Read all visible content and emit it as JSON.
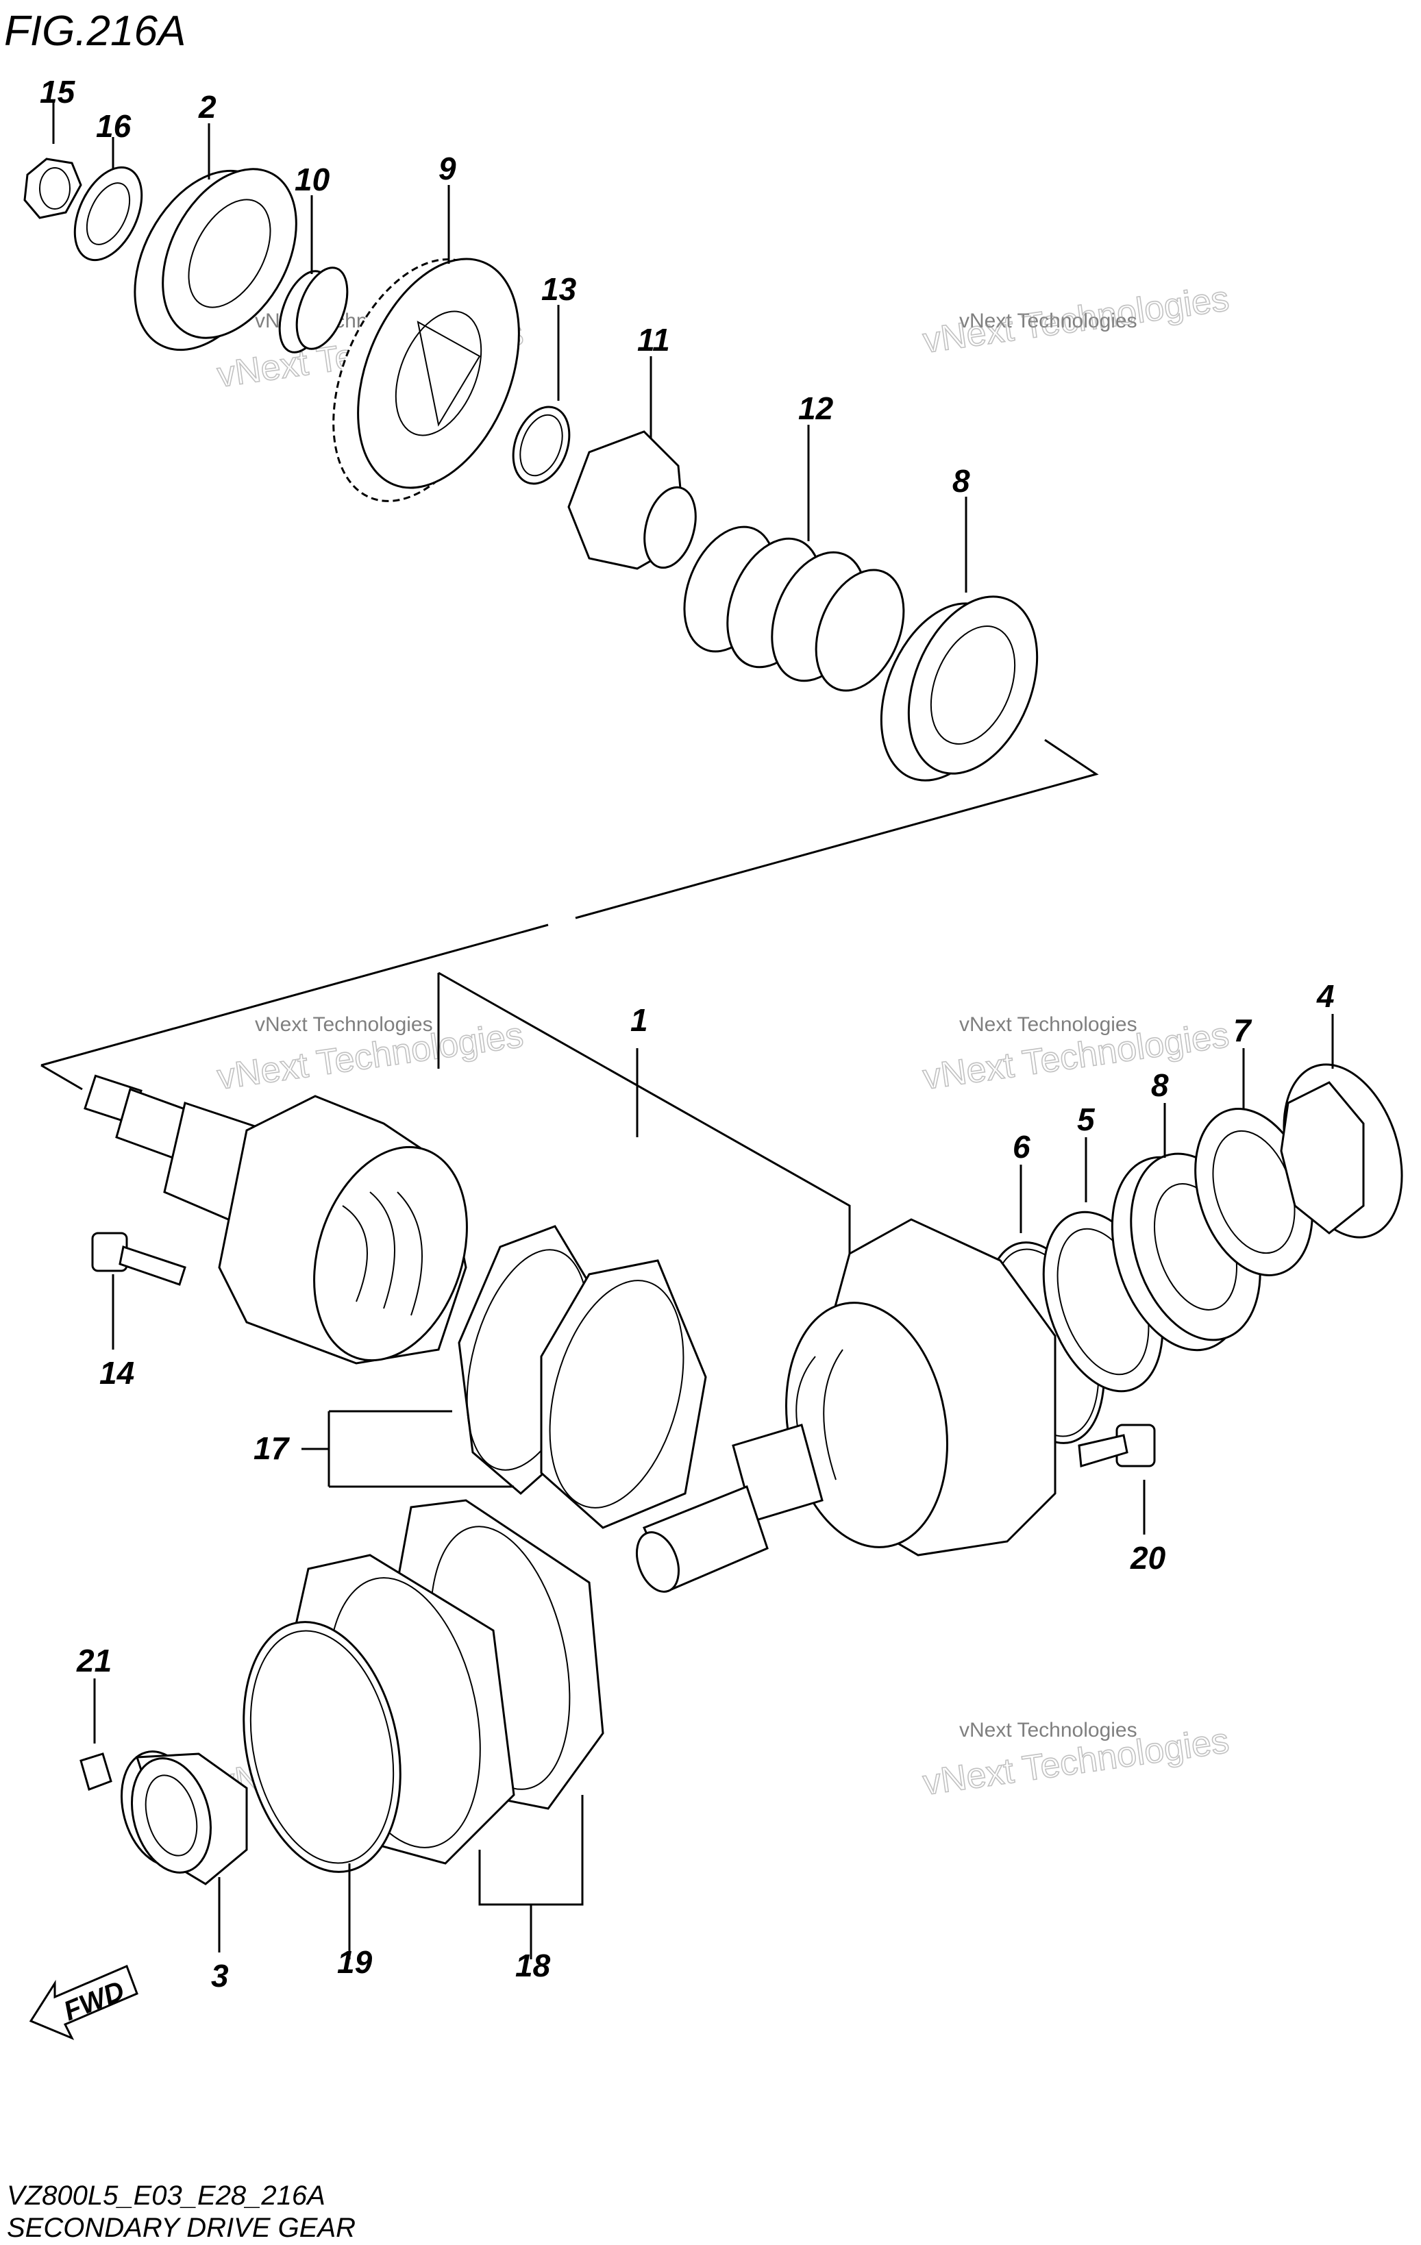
{
  "figure_title": "FIG.216A",
  "footer": {
    "code": "VZ800L5_E03_E28_216A",
    "name": "SECONDARY DRIVE GEAR"
  },
  "fwd_label": "FWD",
  "watermark": {
    "small": "vNext Technologies",
    "big": "vNext Technologies"
  },
  "callouts": {
    "c15": "15",
    "c16": "16",
    "c2": "2",
    "c10": "10",
    "c9": "9",
    "c13": "13",
    "c11": "11",
    "c12": "12",
    "c8a": "8",
    "c1": "1",
    "c4": "4",
    "c7": "7",
    "c8b": "8",
    "c5": "5",
    "c6": "6",
    "c14": "14",
    "c17": "17",
    "c20": "20",
    "c21": "21",
    "c3": "3",
    "c19": "19",
    "c18": "18"
  }
}
